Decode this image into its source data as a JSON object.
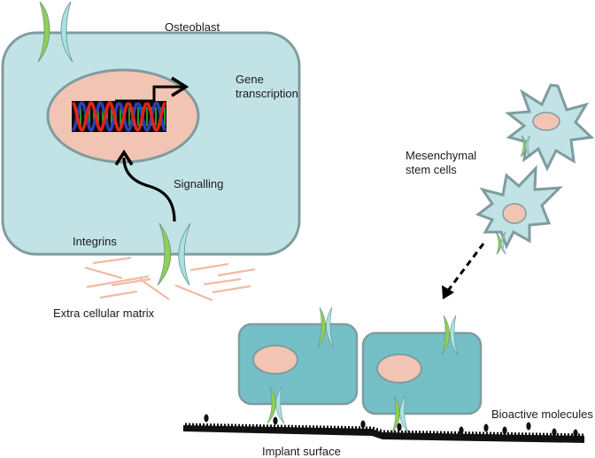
{
  "labels": {
    "osteoblast": "Osteoblast",
    "gene_transcription_1": "Gene",
    "gene_transcription_2": "transcription",
    "signalling": "Signalling",
    "integrins": "Integrins",
    "extracellular_matrix": "Extra cellular matrix",
    "msc_1": "Mesenchymal",
    "msc_2": "stem cells",
    "bioactive_molecules": "Bioactive molecules",
    "implant_surface": "Implant surface"
  },
  "colors": {
    "cell_fill": "#c1e3e6",
    "cell_stroke": "#7f9c9e",
    "attached_cell_fill": "#74c0c6",
    "nucleus_fill": "#f2c4b4",
    "integrin_green": "#8fd14f",
    "integrin_cyan": "#a8e2e2",
    "matrix_fiber": "#f2b9a4",
    "dna_red": "#e2231a",
    "dna_blue": "#2e3fb4",
    "dna_green": "#2fc42f",
    "surface": "#111111"
  }
}
